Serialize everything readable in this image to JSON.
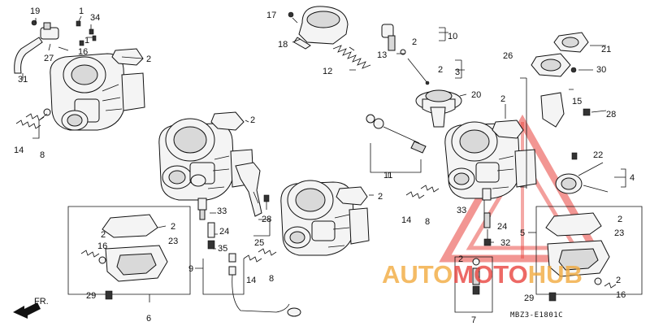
{
  "diagram": {
    "drawing_code": "MBZ3-E1801C",
    "front_marker": "FR.",
    "watermark": {
      "word_part1": "AUTO",
      "word_part2": "MOTO",
      "word_part3": "HUB",
      "color_orange": "#f2a93b",
      "color_red": "#e8403a"
    },
    "callouts": {
      "c1": "19",
      "c2": "1",
      "c3": "34",
      "c4": "1",
      "c5": "27",
      "c6": "16",
      "c7": "31",
      "c8": "2",
      "c9": "14",
      "c10": "8",
      "c11": "17",
      "c12": "18",
      "c13": "12",
      "c14": "2",
      "c15": "10",
      "c16": "13",
      "c17": "2",
      "c18": "3",
      "c19": "20",
      "c20": "21",
      "c21": "26",
      "c22": "30",
      "c23": "2",
      "c24": "15",
      "c25": "28",
      "c26": "2",
      "c27": "11",
      "c28": "22",
      "c29": "4",
      "c30": "33",
      "c31": "28",
      "c32": "24",
      "c33": "25",
      "c34": "35",
      "c35": "9",
      "c36": "14",
      "c37": "8",
      "c38": "2",
      "c39": "14",
      "c40": "8",
      "c41": "2",
      "c42": "2",
      "c43": "16",
      "c44": "23",
      "c45": "29",
      "c46": "6",
      "c47": "33",
      "c48": "24",
      "c49": "32",
      "c50": "5",
      "c51": "2",
      "c52": "23",
      "c53": "2",
      "c54": "7",
      "c55": "29",
      "c56": "2",
      "c57": "16"
    }
  }
}
